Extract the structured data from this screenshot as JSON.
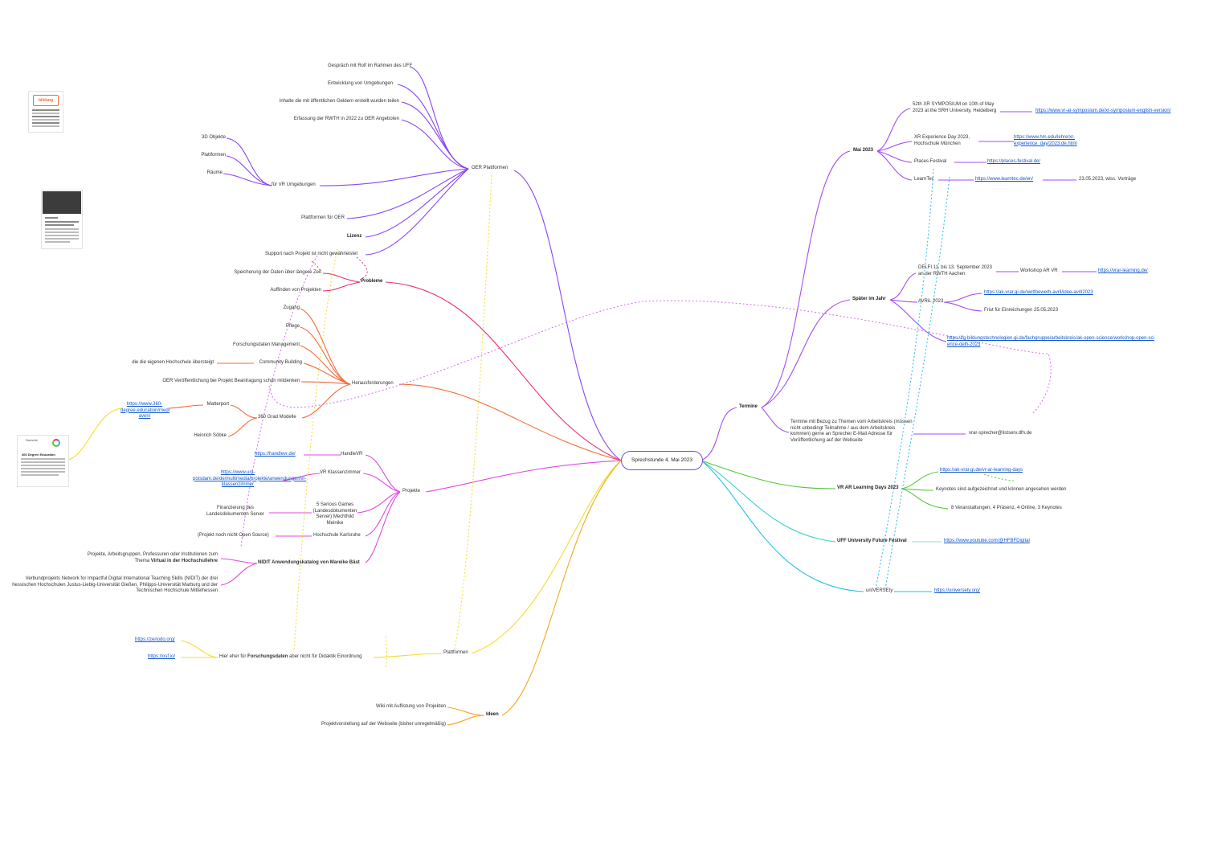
{
  "center": "Sprechstunde 4. Mai 2023",
  "oer": {
    "title": "OER Plattformen",
    "items": [
      "Gespräch mit Rolf im Rahmen des UFF",
      "Entwicklung von Umgebungen",
      "Inhalte die mit öffentlichen Geldern erstellt wurden teilen",
      "Erfassung der RWTH in 2022 zu OER Angeboten",
      "für VR Umgebungen",
      "Plattformen für OER",
      "Lizenz",
      "Support nach Projekt ist nicht gewährleistet"
    ],
    "vr_sub": [
      "3D Objekte",
      "Plattformen",
      "Räume"
    ]
  },
  "probleme": {
    "title": "Probleme",
    "items": [
      "Speicherung der Daten über längere Zeit",
      "Auffinden von Projekten"
    ]
  },
  "herausforderungen": {
    "title": "Herausforderungen",
    "items": [
      "Zugang",
      "Pflege",
      "Forschungsdaten Management",
      "Community Building",
      "die die eigenen Hochschule übersteigt",
      "OER Veröffentlichung bei Projekt Beantragung schon mitdenken",
      "360 Grad Modelle",
      "Matterport",
      "Heinrich Söbke"
    ],
    "link": "https://www.360-degree.education/medi aven/"
  },
  "projekte": {
    "title": "Projekte",
    "items": [
      "HandleVR",
      "VR Klassenzimmer",
      "5 Serious Games (Landesdokumenten Server) Mechthild Meinike",
      "Hochschule Karlsruhe",
      "NIDIT Anwendungskatalog von Mareike Bäst"
    ],
    "links": [
      "https://handlevr.de/",
      "https://www.uni-potsdam.de/de/multimedia/projekte/anwendungen/vr-klassenzimmer"
    ],
    "notes": [
      "Finanzierung des Landesdokumenten Server",
      "(Projekt noch nicht Open Source)"
    ],
    "nidit_a": "Projekte, Arbeitsgruppen, Professuren oder Institutionen zum Thema",
    "nidit_a_bold": "Virtual in der Hochschullehre",
    "nidit_b": "Verbundprojekts Network for Impactful Digital International Teaching Skills (NIDIT) der drei hessischen Hochschulen Justus-Liebig-Universität Gießen, Philipps-Universität Marburg und der Technischen Hochschule Mittelhessen"
  },
  "plattformen": {
    "title": "Plattformen",
    "note_prefix": "Hier eher für",
    "note_bold": "Forschungsdaten",
    "note_suffix": "aber nicht für Didaktik Einordnung",
    "links": [
      "https://zenodo.org/",
      "https://osf.io/"
    ]
  },
  "ideen": {
    "title": "Ideen",
    "items": [
      "Wiki mit Auflistung von Projekten",
      "Projektvorstellung auf der Webseite (bisher unregelmäßig)"
    ]
  },
  "termine": {
    "title": "Termine",
    "mai": {
      "title": "Mai 2023",
      "items": [
        {
          "label": "52th XR SYMPOSIUM on 10th of May 2023 at the SRH University, Heidelberg",
          "link": "https://www.vr-ar-symposium.de/xr-symposium-english-version/"
        },
        {
          "label": "XR Experience Day 2023, Hochschule München",
          "link": "https://www.hm.edu/lehre/xr-experience_day/2023.de.html"
        },
        {
          "label": "Places Festival",
          "link": "https://places-festival.de/"
        },
        {
          "label": "LearnTec",
          "link": "https://www.learntec.de/en/",
          "extra": "23.05.2023, wiss. Vorträge"
        }
      ]
    },
    "spaeter": {
      "title": "Später im Jahr",
      "delfi": "DELFI 11. bis 13. September 2023 an der RWTH Aachen",
      "delfi_sub": "Workshop AR VR",
      "delfi_link": "https://vrar-learning.de/",
      "avril": "AVRiL 2023",
      "avril_link": "https://ak-vrar.gi.de/wettbewerb-avril/idee-avril2023",
      "avril_sub": "Frist für Einreichungen 25.05.2023",
      "link3": "https://fg-bildungstechnologien.gi.de/fachgruppe/arbeitskreis/ak-open-science/workshop-open-science-delfi-2023"
    },
    "note": "Termine mit Bezug zu Themen vom Arbeitskreis (müssen nicht unbedingt Teilnahme / aus dem Arbeitskreis kommen) gerne an Sprecher E-Mail Adresse für Veröffentlichung auf der Webseite",
    "note_email": "vrar-sprecher@listserv.dfn.de"
  },
  "vrar_days": {
    "title": "VR AR Learning Days 2023",
    "link": "https://ak-vrar.gi.de/vr-ar-learning-days",
    "items": [
      "Keynotes sind aufgezeichnet und können angesehen werden",
      "8 Veranstaltungen, 4 Präsenz, 4 Online, 3 Keynotes"
    ]
  },
  "uff": {
    "title": "UFF University Future Festival",
    "link": "https://www.youtube.com/@HFBFDigital"
  },
  "universety": {
    "title": "unIVERSEty",
    "link": "https://universety.org/"
  },
  "thumbnails": {
    "t1_title": "360 Degree Education",
    "t1_tag": "Startseite"
  },
  "colors": {
    "oer": "#8a45f5",
    "probleme": "#ee2b6c",
    "herausforderungen": "#f26a38",
    "projekte": "#e04ae0",
    "plattformen": "#f2dc2a",
    "ideen": "#f2a81e",
    "termine": "#a24ef2",
    "vrar": "#55c73a",
    "uff": "#45d0cc",
    "universety": "#22bfe8",
    "link": "#1155cc",
    "matterport_link": "#f2c81a"
  }
}
